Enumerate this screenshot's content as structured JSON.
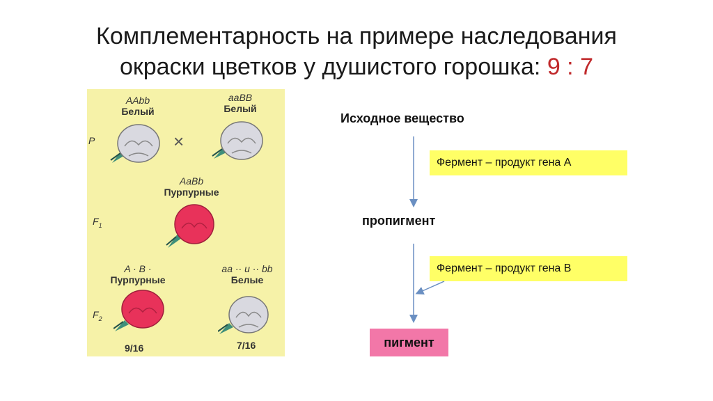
{
  "title": {
    "line1": "Комплементарность на примере наследования",
    "line2": "окраски цветков у душистого горошка: ",
    "ratio": "9 : 7"
  },
  "panel": {
    "P_label": "P",
    "F1_label": "F",
    "F1_sub": "1",
    "F2_label": "F",
    "F2_sub": "2",
    "cross_symbol": "×",
    "parent1": {
      "genotype": "AAbb",
      "phenotype": "Белый",
      "color": "#d9d9e0"
    },
    "parent2": {
      "genotype": "aaBB",
      "phenotype": "Белый",
      "color": "#d9d9e0"
    },
    "f1": {
      "genotype": "AaBb",
      "phenotype": "Пурпурные",
      "color": "#e8325a"
    },
    "f2_purple": {
      "genotype": "A · B ·",
      "phenotype": "Пурпурные",
      "fraction": "9/16",
      "color": "#e8325a"
    },
    "f2_white": {
      "genotype": "aa ·· и ·· bb",
      "phenotype": "Белые",
      "fraction": "7/16",
      "color": "#d9d9e0"
    }
  },
  "scheme": {
    "source": "Исходное вещество",
    "enzyme_a": "Фермент  –  продукт гена А",
    "propigment": "пропигмент",
    "enzyme_b": "Фермент – продукт гена В",
    "pigment": "пигмент"
  },
  "colors": {
    "panel_bg": "#f6f2a8",
    "enzyme_box": "#ffff66",
    "pigment_box": "#f277a8",
    "arrow": "#6a8fc2",
    "ratio": "#c0292b"
  }
}
